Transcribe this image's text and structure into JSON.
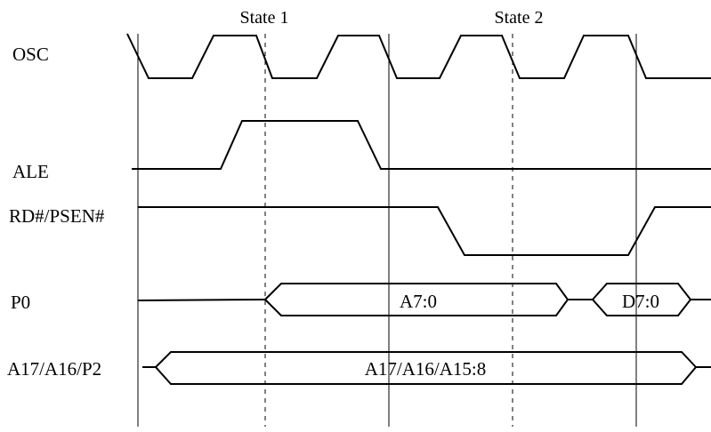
{
  "states": [
    "State 1",
    "State 2"
  ],
  "signals": {
    "osc": "OSC",
    "ale": "ALE",
    "rd_psen": "RD#/PSEN#",
    "p0": "P0",
    "p2": "A17/A16/P2"
  },
  "buses": {
    "p0_address": "A7:0",
    "p0_data": "D7:0",
    "p2_address": "A17/A16/A15:8"
  }
}
